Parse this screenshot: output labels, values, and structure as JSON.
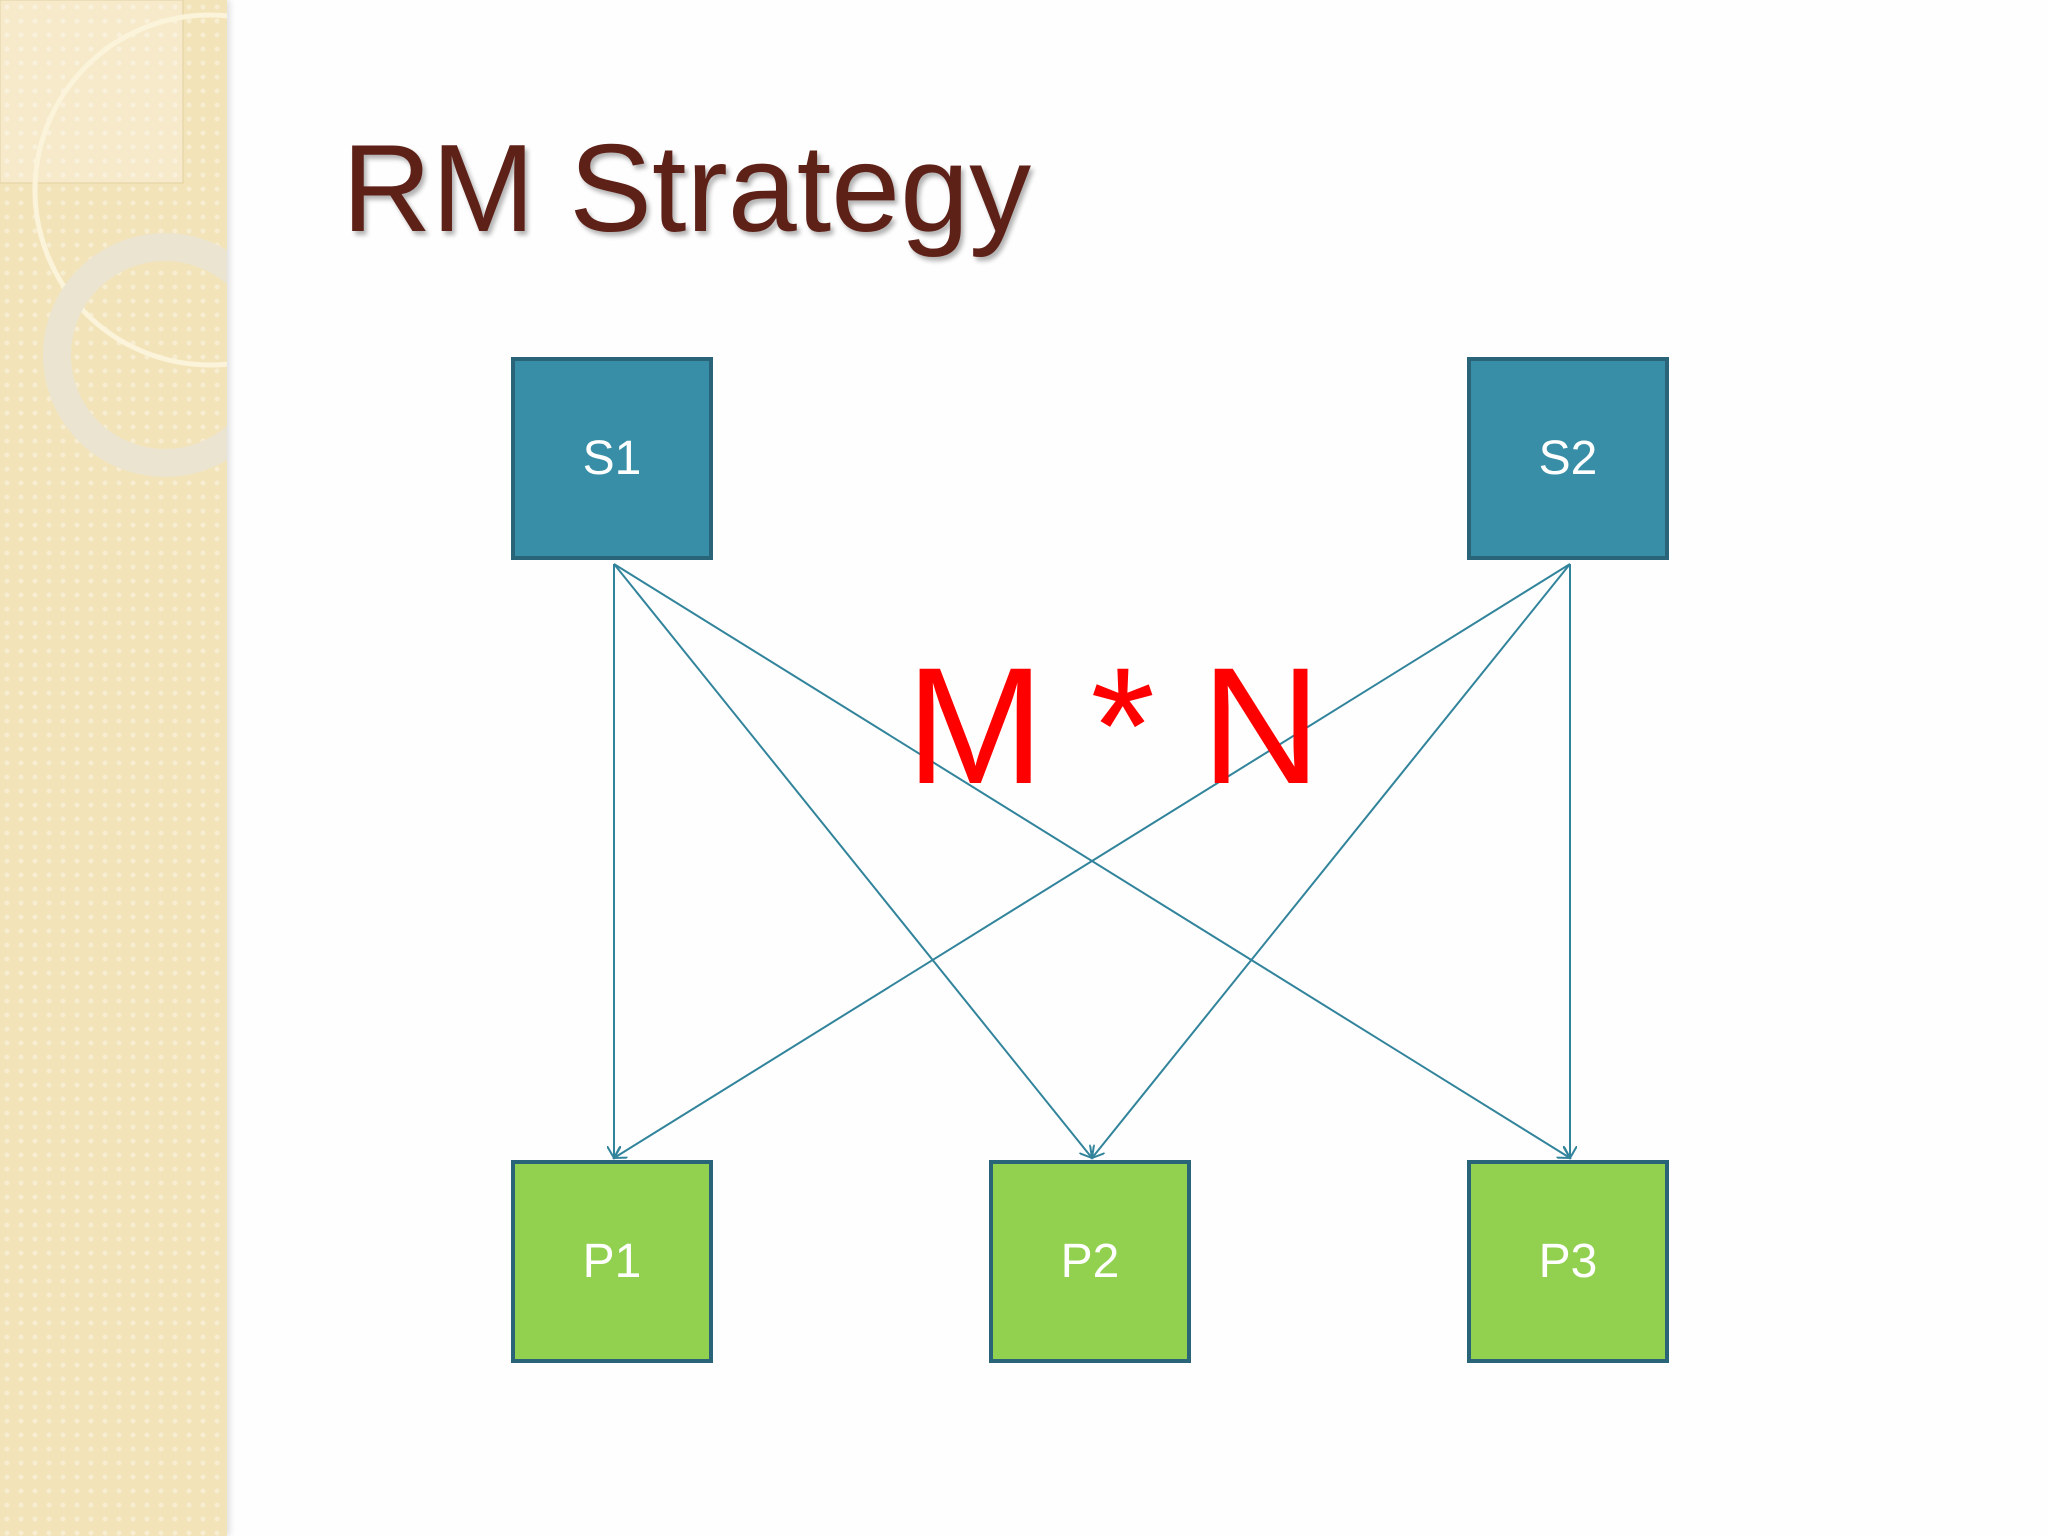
{
  "slide": {
    "title": "RM Strategy",
    "annotation": "M * N",
    "sources": [
      {
        "label": "S1"
      },
      {
        "label": "S2"
      }
    ],
    "targets": [
      {
        "label": "P1"
      },
      {
        "label": "P2"
      },
      {
        "label": "P3"
      }
    ],
    "colors": {
      "source": "#378ea6",
      "target": "#92d050",
      "border": "#2a6478",
      "link": "#31849b",
      "annotation": "#ff0000",
      "title": "#5e2118"
    }
  }
}
